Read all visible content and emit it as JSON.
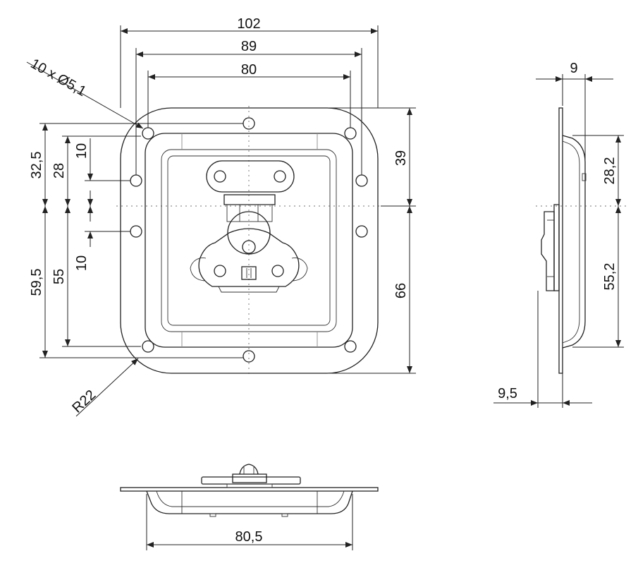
{
  "dimensions": {
    "width_outer": "102",
    "width_holes_outer": "89",
    "width_holes_inner": "80",
    "holes_callout": "10 x Ø5,1",
    "left_upper_outer": "32,5",
    "left_upper_inner": "28",
    "left_offset_upper": "10",
    "left_offset_lower": "10",
    "left_lower_outer": "59,5",
    "left_lower_inner": "55",
    "radius": "R22",
    "right_upper": "39",
    "right_lower": "66",
    "side_thickness": "9",
    "side_upper": "28,2",
    "side_lower": "55,2",
    "side_flange": "9,5",
    "bottom_width": "80,5"
  },
  "colors": {
    "line": "#222222",
    "hidden_line": "#8a8a8a",
    "background": "#ffffff"
  }
}
